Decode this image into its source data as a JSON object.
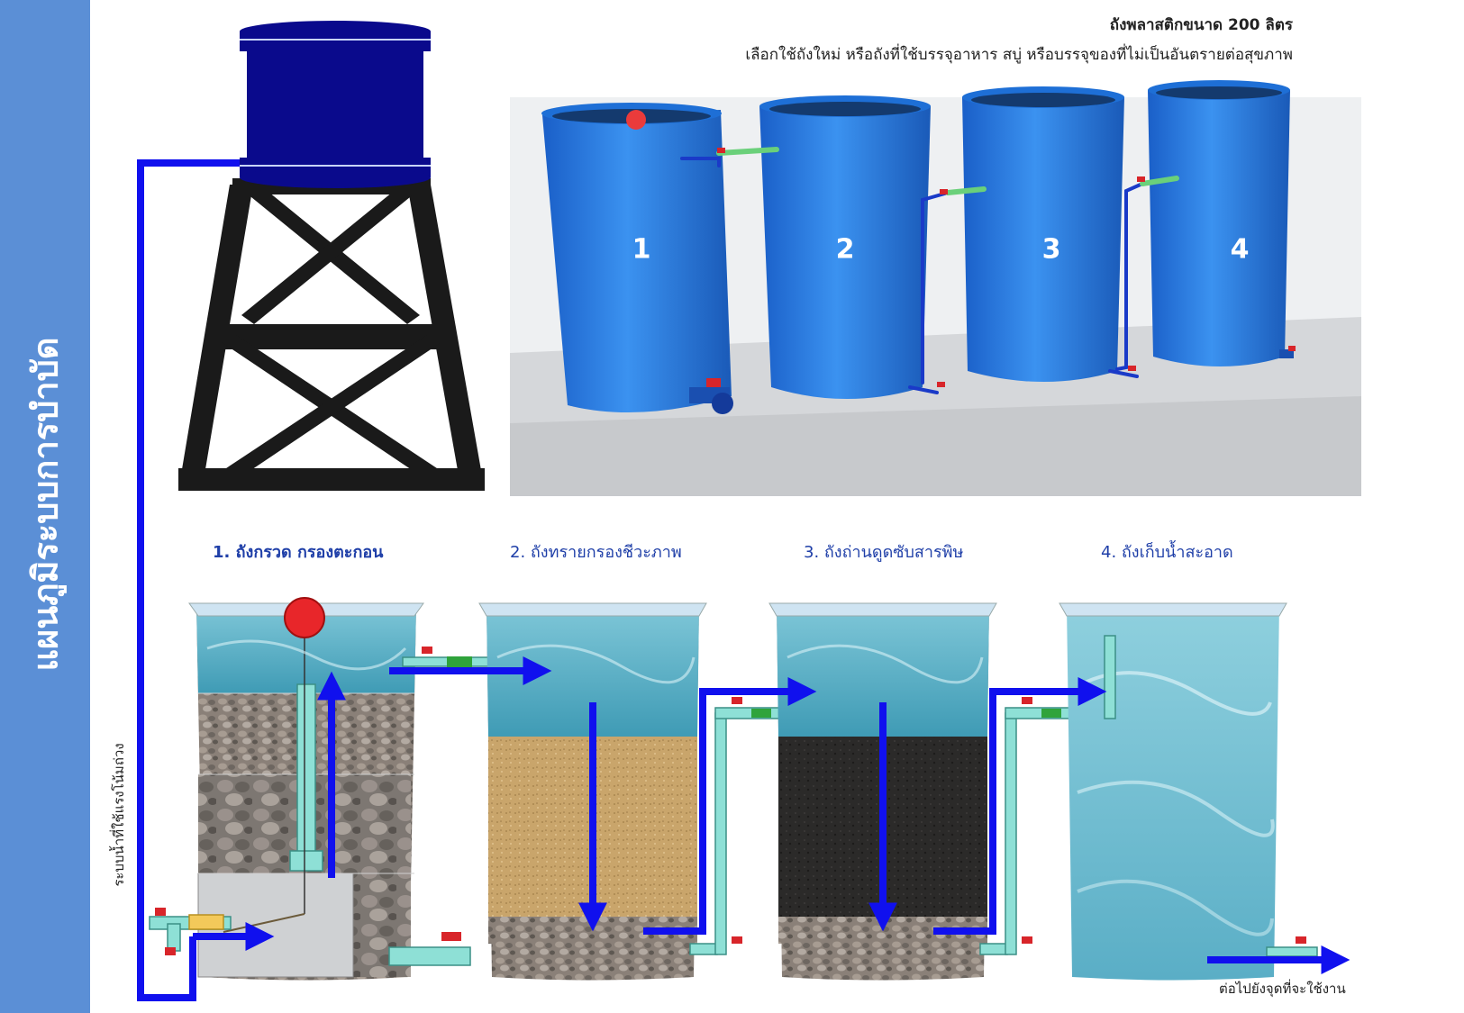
{
  "sidebar": {
    "title": "แผนภูมิระบบการบำบัด"
  },
  "vertical_label": "ระบบน้ำที่ใช้แรงโน้มถ่วง",
  "photo_caption": {
    "title": "ถังพลาสติกขนาด 200 ลิตร",
    "subtitle": "เลือกใช้ถังใหม่ หรือถังที่ใช้บรรจุอาหาร สบู่ หรือบรรจุของที่ไม่เป็นอันตรายต่อสุขภาพ"
  },
  "tank_numbers": [
    "1",
    "2",
    "3",
    "4"
  ],
  "stages": [
    {
      "label": "1. ถังกรวด กรองตะกอน"
    },
    {
      "label": "2. ถังทรายกรองชีวะภาพ"
    },
    {
      "label": "3. ถังถ่านดูดซับสารพิษ"
    },
    {
      "label": "4. ถังเก็บน้ำสะอาด"
    }
  ],
  "end_label": "ต่อไปยังจุดที่จะใช้งาน",
  "colors": {
    "sidebar": "#5b8fd6",
    "water_tank": "#0a0a8c",
    "tower": "#1a1a1a",
    "flow_arrow": "#1010ee",
    "barrel": "#2e7fe0",
    "pipe": "#8ee0d6",
    "stage_label": "#1f3fa8"
  }
}
